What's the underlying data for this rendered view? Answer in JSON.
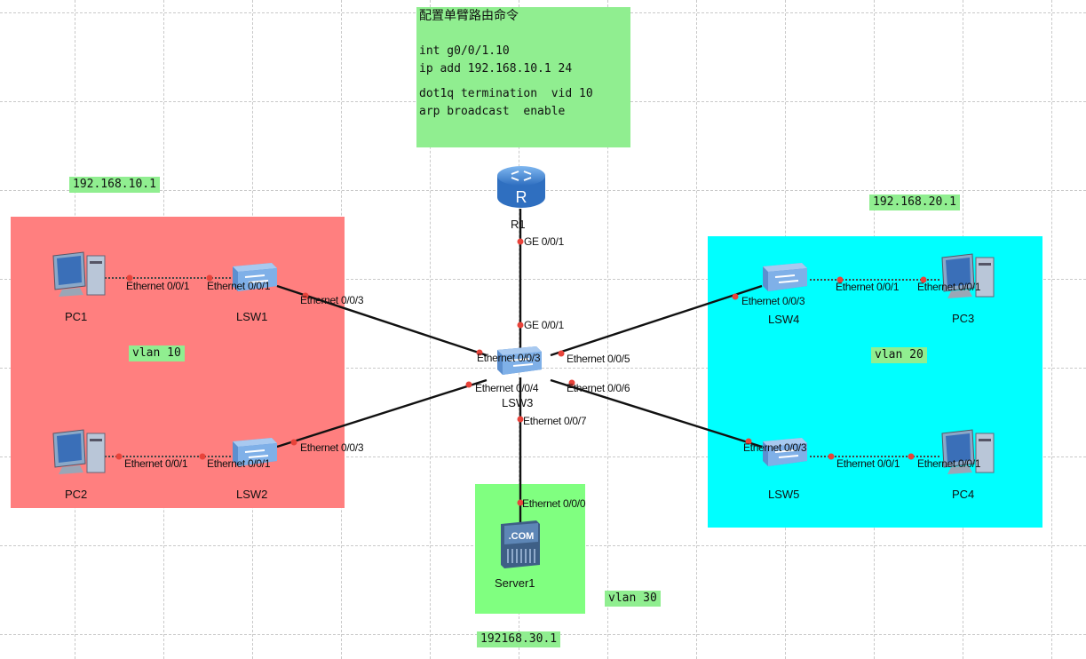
{
  "config_note": {
    "title": "配置单臂路由命令",
    "lines": [
      "int g0/0/1.10",
      "ip add 192.168.10.1 24",
      "",
      "dot1q termination  vid 10",
      "arp broadcast  enable"
    ]
  },
  "areas": {
    "vlan10": {
      "label": "vlan 10",
      "gateway": "192.168.10.1",
      "color": "#ff7f7f"
    },
    "vlan20": {
      "label": "vlan 20",
      "gateway": "192.168.20.1",
      "color": "#00ffff"
    },
    "vlan30": {
      "label": "vlan 30",
      "gateway": "192168.30.1",
      "color": "#80ff80"
    }
  },
  "devices": {
    "r1": "R1",
    "lsw1": "LSW1",
    "lsw2": "LSW2",
    "lsw3": "LSW3",
    "lsw4": "LSW4",
    "lsw5": "LSW5",
    "pc1": "PC1",
    "pc2": "PC2",
    "pc3": "PC3",
    "pc4": "PC4",
    "server1": "Server1"
  },
  "ports": {
    "r1_g001": "GE 0/0/1",
    "lsw3_g001": "GE 0/0/1",
    "pc1_e001": "Ethernet 0/0/1",
    "lsw1_e001": "Ethernet 0/0/1",
    "lsw1_e003": "Ethernet 0/0/3",
    "pc2_e001": "Ethernet 0/0/1",
    "lsw2_e001": "Ethernet 0/0/1",
    "lsw2_e003": "Ethernet 0/0/3",
    "lsw3_e003": "Ethernet 0/0/3",
    "lsw3_e004": "Ethernet 0/0/4",
    "lsw3_e005": "Ethernet 0/0/5",
    "lsw3_e006": "Ethernet 0/0/6",
    "lsw3_e007": "Ethernet 0/0/7",
    "lsw4_e003": "Ethernet 0/0/3",
    "lsw4_e001": "Ethernet 0/0/1",
    "pc3_e001": "Ethernet 0/0/1",
    "lsw5_e003": "Ethernet 0/0/3",
    "lsw5_e001": "Ethernet 0/0/1",
    "pc4_e001": "Ethernet 0/0/1",
    "server_e000": "Ethernet 0/0/0"
  },
  "icons": {
    "router": "router-icon",
    "switch": "switch-icon",
    "pc": "pc-icon",
    "server": "server-icon"
  },
  "colors": {
    "link": "#111111",
    "port_dot": "#e8433a",
    "router": "#3a7fd0",
    "switch": "#6e9ed8"
  }
}
